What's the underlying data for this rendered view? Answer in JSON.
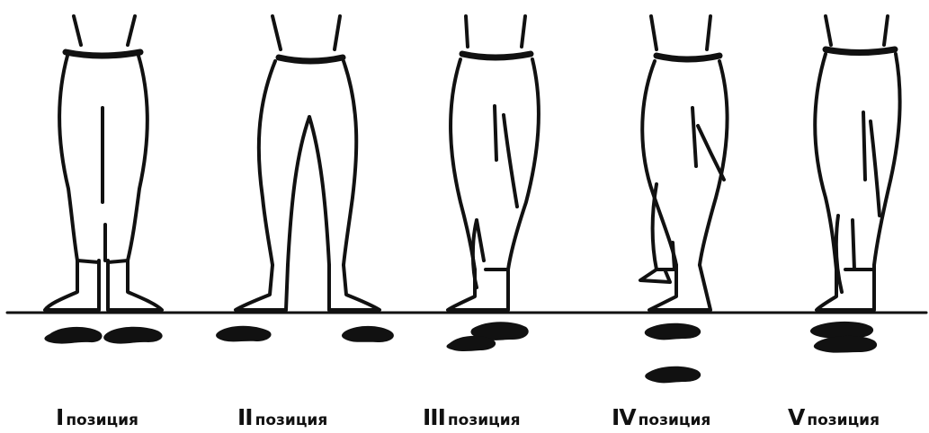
{
  "positions": [
    {
      "numeral": "I",
      "word": "позиция"
    },
    {
      "numeral": "II",
      "word": "позиция"
    },
    {
      "numeral": "III",
      "word": "позиция"
    },
    {
      "numeral": "IV",
      "word": "позиция"
    },
    {
      "numeral": "V",
      "word": "позиция"
    }
  ],
  "colors": {
    "ink": "#111111",
    "background": "#ffffff"
  }
}
